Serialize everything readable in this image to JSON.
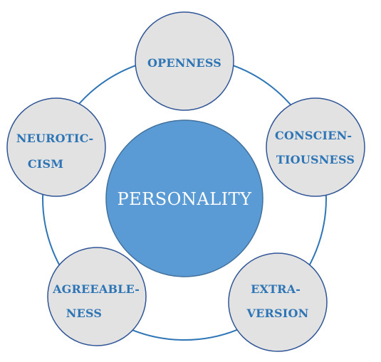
{
  "center": {
    "label": "PERSONALITY"
  },
  "traits": [
    {
      "lines": [
        "OPENNESS"
      ]
    },
    {
      "lines": [
        "CONSCIEN-",
        "TIOUSNESS"
      ]
    },
    {
      "lines": [
        "EXTRA-",
        "VERSION"
      ]
    },
    {
      "lines": [
        "AGREEABLE-",
        "NESS"
      ]
    },
    {
      "lines": [
        "NEUROTIC-",
        "CISM"
      ]
    }
  ],
  "colors": {
    "ring_stroke": "#2e75b6",
    "center_fill": "#5b9bd5",
    "center_stroke": "#41719c",
    "center_text": "#ffffff",
    "trait_fill": "#e2e2e2",
    "trait_stroke": "#2f5597",
    "trait_text": "#2e75b6"
  }
}
